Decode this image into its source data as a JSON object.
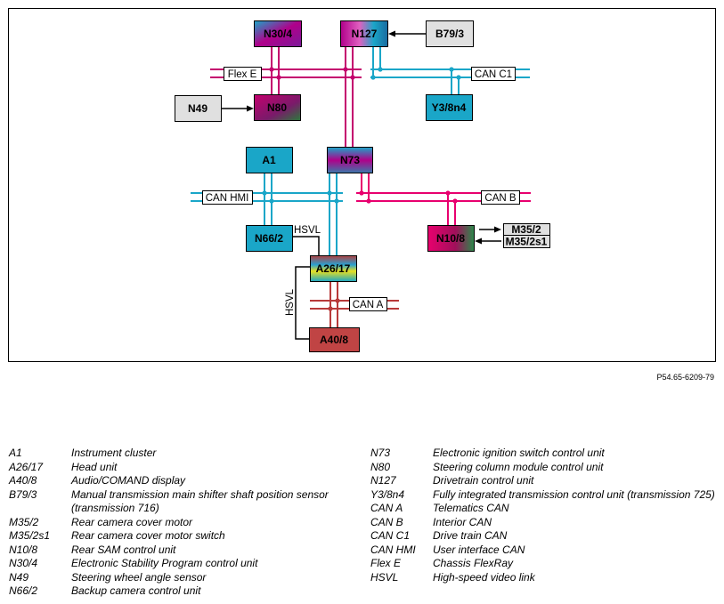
{
  "diagram_code": "P54.65-6209-79",
  "nodes": {
    "n30_4": "N30/4",
    "n127": "N127",
    "b79_3": "B79/3",
    "n49": "N49",
    "n80": "N80",
    "y3_8n4": "Y3/8n4",
    "a1": "A1",
    "n73": "N73",
    "n66_2": "N66/2",
    "n10_8": "N10/8",
    "m35_2": "M35/2",
    "m35_2s1": "M35/2s1",
    "a26_17": "A26/17",
    "a40_8": "A40/8"
  },
  "buses": {
    "flex_e": "Flex E",
    "can_c1": "CAN C1",
    "can_hmi": "CAN HMI",
    "can_b": "CAN B",
    "can_a": "CAN A",
    "hsvl_h": "HSVL",
    "hsvl_v": "HSVL"
  },
  "colors": {
    "flexray": "#c4006e",
    "can_c1": "#1aa6c8",
    "can_hmi": "#1aa6c8",
    "can_b": "#e8006e",
    "can_a": "#b83a3a",
    "gray_box": "#e0e0e0"
  },
  "legend": {
    "left": [
      {
        "key": "A1",
        "value": "Instrument cluster"
      },
      {
        "key": "A26/17",
        "value": "Head unit"
      },
      {
        "key": "A40/8",
        "value": "Audio/COMAND display"
      },
      {
        "key": "B79/3",
        "value": "Manual transmission main shifter shaft position sensor (transmission 716)"
      },
      {
        "key": "M35/2",
        "value": "Rear camera cover motor"
      },
      {
        "key": "M35/2s1",
        "value": "Rear camera cover motor switch"
      },
      {
        "key": "N10/8",
        "value": "Rear SAM control unit"
      },
      {
        "key": "N30/4",
        "value": "Electronic Stability Program control unit"
      },
      {
        "key": "N49",
        "value": "Steering wheel angle sensor"
      },
      {
        "key": "N66/2",
        "value": "Backup camera control unit"
      }
    ],
    "right": [
      {
        "key": "N73",
        "value": "Electronic ignition switch control unit"
      },
      {
        "key": "N80",
        "value": "Steering column module control unit"
      },
      {
        "key": "N127",
        "value": "Drivetrain control unit"
      },
      {
        "key": "Y3/8n4",
        "value": "Fully integrated transmission control unit (transmission 725)"
      },
      {
        "key": "CAN A",
        "value": "Telematics CAN"
      },
      {
        "key": "CAN B",
        "value": "Interior CAN"
      },
      {
        "key": "CAN C1",
        "value": "Drive train CAN"
      },
      {
        "key": "CAN HMI",
        "value": "User interface CAN"
      },
      {
        "key": "Flex E",
        "value": "Chassis FlexRay"
      },
      {
        "key": "HSVL",
        "value": "High-speed video link"
      }
    ]
  }
}
